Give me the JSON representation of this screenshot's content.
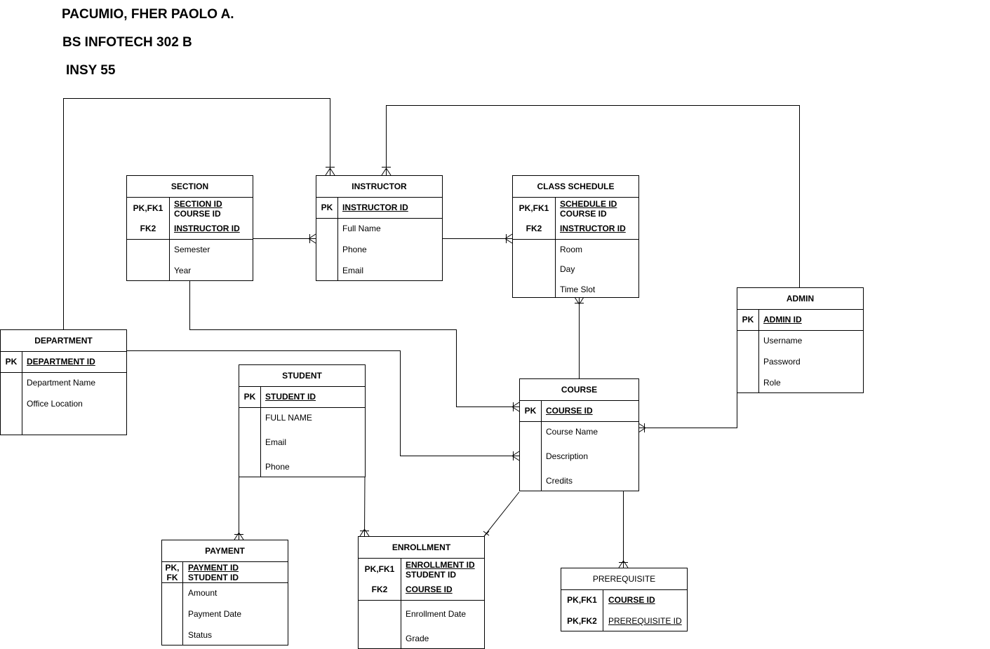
{
  "header": {
    "name": "PACUMIO, FHER PAOLO A.",
    "program": "BS INFOTECH 302 B",
    "course": "INSY 55"
  },
  "entities": {
    "section": {
      "title": "SECTION",
      "k1": "PK,FK1",
      "k2": "FK2",
      "key1": "SECTION ID",
      "key1b": "COURSE ID",
      "key2": "INSTRUCTOR ID",
      "attrs": [
        "Semester",
        "Year"
      ]
    },
    "instructor": {
      "title": "INSTRUCTOR",
      "k1": "PK",
      "key1": "INSTRUCTOR ID",
      "attrs": [
        "Full Name",
        "Phone",
        "Email"
      ]
    },
    "class_schedule": {
      "title": "CLASS SCHEDULE",
      "k1": "PK,FK1",
      "k2": "FK2",
      "key1": "SCHEDULE ID",
      "key1b": "COURSE ID",
      "key2": "INSTRUCTOR ID",
      "attrs": [
        "Room",
        "Day",
        "Time Slot"
      ]
    },
    "admin": {
      "title": "ADMIN",
      "k1": "PK",
      "key1": "ADMIN ID",
      "attrs": [
        "Username",
        "Password",
        "Role"
      ]
    },
    "department": {
      "title": "DEPARTMENT",
      "k1": "PK",
      "key1": "DEPARTMENT ID",
      "attrs": [
        "Department Name",
        "Office Location"
      ]
    },
    "student": {
      "title": "STUDENT",
      "k1": "PK",
      "key1": "STUDENT ID",
      "attrs": [
        "FULL NAME",
        "Email",
        "Phone"
      ]
    },
    "course": {
      "title": "COURSE",
      "k1": "PK",
      "key1": "COURSE ID",
      "attrs": [
        "Course Name",
        "Description",
        "Credits"
      ]
    },
    "payment": {
      "title": "PAYMENT",
      "k1": "PK,",
      "k1b": "FK",
      "key1": "PAYMENT ID",
      "key1b": "STUDENT ID",
      "attrs": [
        "Amount",
        "Payment Date",
        "Status"
      ]
    },
    "enrollment": {
      "title": "ENROLLMENT",
      "k1": "PK,FK1",
      "k2": "FK2",
      "key1": "ENROLLMENT ID",
      "key1b": "STUDENT ID",
      "key2": "COURSE ID",
      "attrs": [
        "Enrollment Date",
        "Grade"
      ]
    },
    "prerequisite": {
      "title": "PREREQUISITE",
      "k1": "PK,FK1",
      "k2": "PK,FK2",
      "key1": "COURSE ID",
      "key2": "PREREQUISITE ID"
    }
  }
}
